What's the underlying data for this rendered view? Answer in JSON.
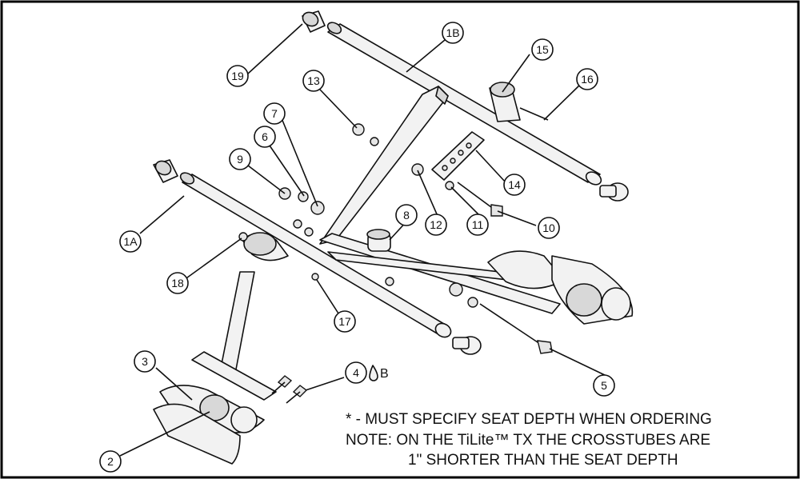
{
  "callouts": [
    {
      "id": "1A",
      "label": "1A"
    },
    {
      "id": "1B",
      "label": "1B"
    },
    {
      "id": "2",
      "label": "2"
    },
    {
      "id": "3",
      "label": "3"
    },
    {
      "id": "4",
      "label": "4",
      "suffix": "B"
    },
    {
      "id": "5",
      "label": "5"
    },
    {
      "id": "6",
      "label": "6"
    },
    {
      "id": "7",
      "label": "7"
    },
    {
      "id": "8",
      "label": "8"
    },
    {
      "id": "9",
      "label": "9"
    },
    {
      "id": "10",
      "label": "10"
    },
    {
      "id": "11",
      "label": "11"
    },
    {
      "id": "12",
      "label": "12"
    },
    {
      "id": "13",
      "label": "13"
    },
    {
      "id": "14",
      "label": "14"
    },
    {
      "id": "15",
      "label": "15"
    },
    {
      "id": "16",
      "label": "16"
    },
    {
      "id": "17",
      "label": "17"
    },
    {
      "id": "18",
      "label": "18"
    },
    {
      "id": "19",
      "label": "19"
    }
  ],
  "notes": {
    "line1": "* - MUST SPECIFY SEAT DEPTH WHEN ORDERING",
    "line2": "NOTE: ON THE TiLite™ TX THE CROSSTUBES ARE",
    "line3": "1\" SHORTER THAN THE SEAT DEPTH"
  }
}
